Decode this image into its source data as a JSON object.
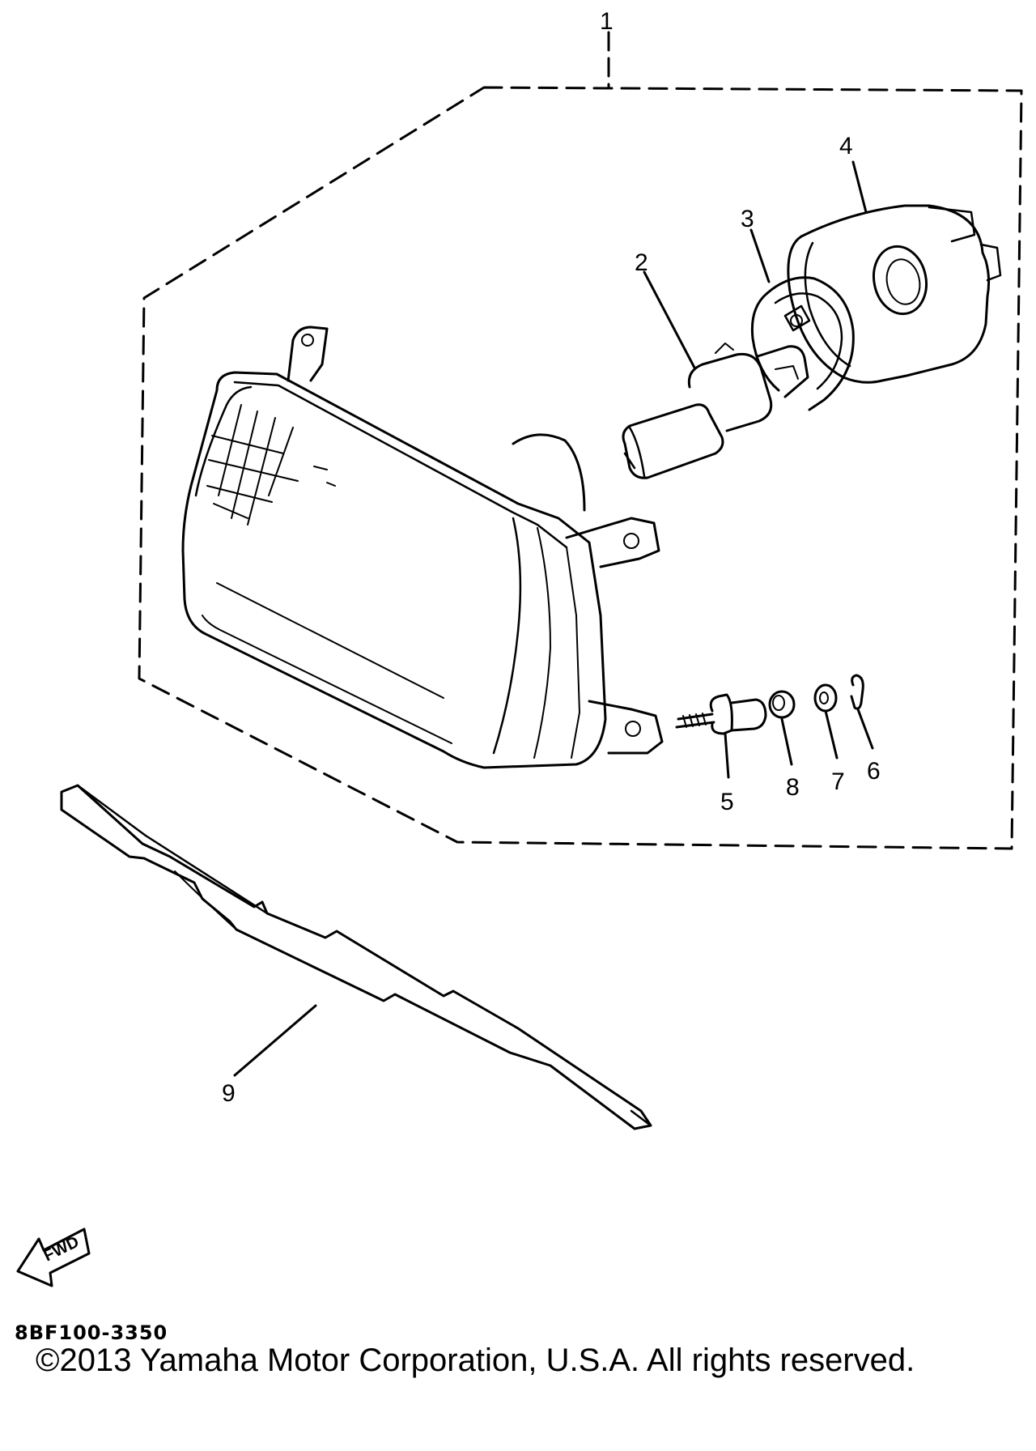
{
  "callouts": [
    {
      "id": "1",
      "label": "1"
    },
    {
      "id": "2",
      "label": "2"
    },
    {
      "id": "3",
      "label": "3"
    },
    {
      "id": "4",
      "label": "4"
    },
    {
      "id": "5",
      "label": "5"
    },
    {
      "id": "6",
      "label": "6"
    },
    {
      "id": "7",
      "label": "7"
    },
    {
      "id": "8",
      "label": "8"
    },
    {
      "id": "9",
      "label": "9"
    }
  ],
  "fwd_label": "FWD",
  "part_code": "8BF100-3350",
  "copyright": "©2013 Yamaha Motor Corporation, U.S.A. All rights reserved."
}
